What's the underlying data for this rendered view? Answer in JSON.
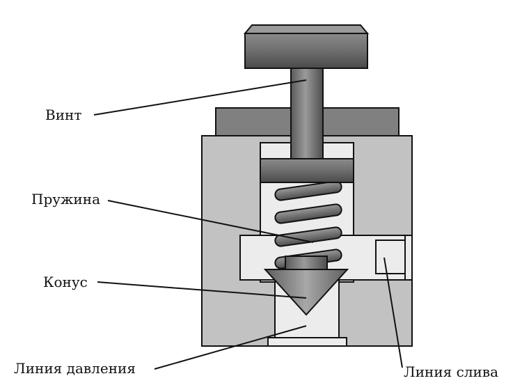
{
  "labels": {
    "screw": "Винт",
    "spring": "Пружина",
    "cone": "Конус",
    "pressure_line": "Линия давления",
    "drain_line": "Линия слива"
  },
  "colors": {
    "body": "#c2c2c2",
    "top_block": "#808080",
    "channel": "#ececec",
    "metal_dark": "#6b6b6b",
    "outline": "#111111",
    "background": "#ffffff"
  }
}
